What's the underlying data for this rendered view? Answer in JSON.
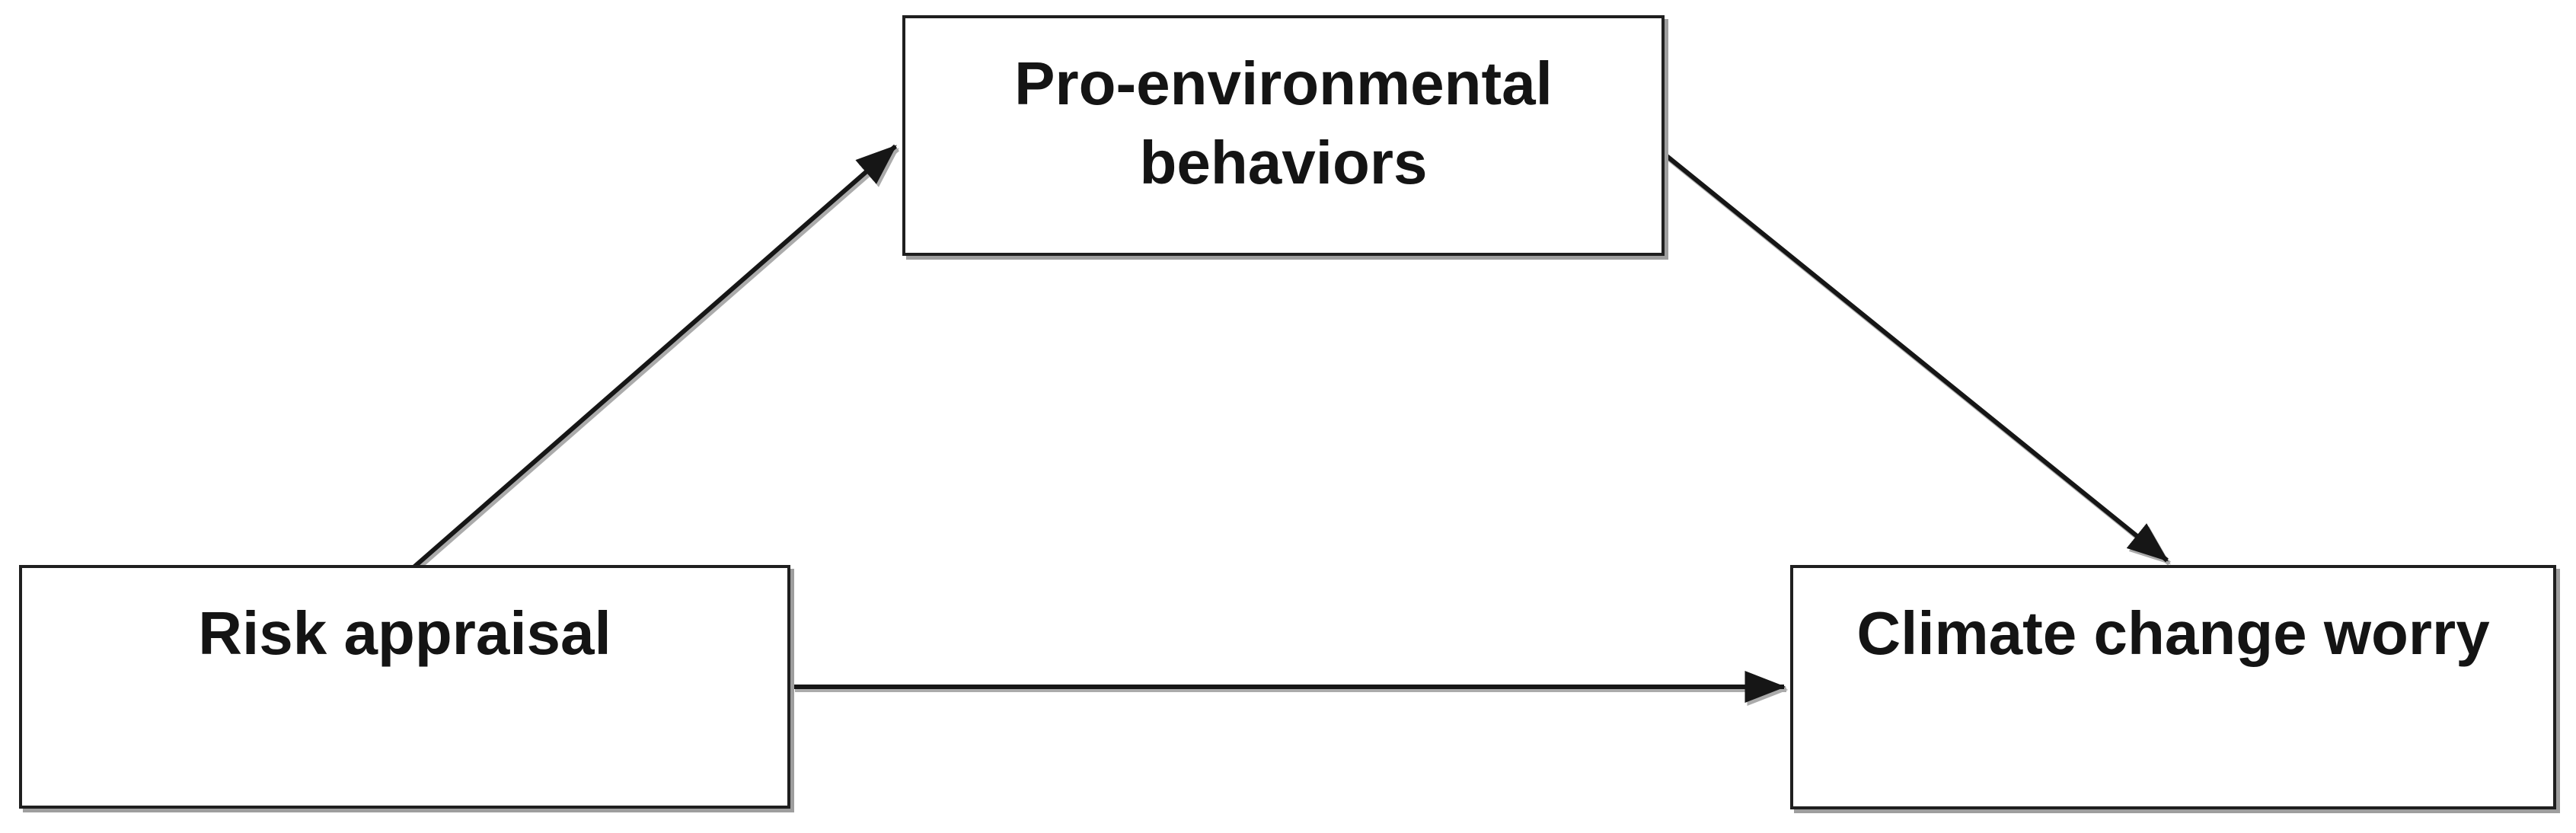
{
  "diagram": {
    "kind": "mediation-model",
    "nodes": {
      "predictor": {
        "label": "Risk appraisal"
      },
      "mediator": {
        "label": "Pro-environmental behaviors"
      },
      "outcome": {
        "label": "Climate change worry"
      }
    },
    "edges": [
      {
        "from": "Risk appraisal",
        "to": "Pro-environmental behaviors",
        "style": "solid-arrow"
      },
      {
        "from": "Pro-environmental behaviors",
        "to": "Climate change worry",
        "style": "solid-arrow"
      },
      {
        "from": "Risk appraisal",
        "to": "Climate change worry",
        "style": "solid-arrow"
      }
    ],
    "colors": {
      "background": "#ffffff",
      "box_fill": "#ffffff",
      "box_border": "#1f1f1f",
      "arrow": "#161616",
      "shadow": "#9e9e9e",
      "text": "#141414"
    }
  }
}
